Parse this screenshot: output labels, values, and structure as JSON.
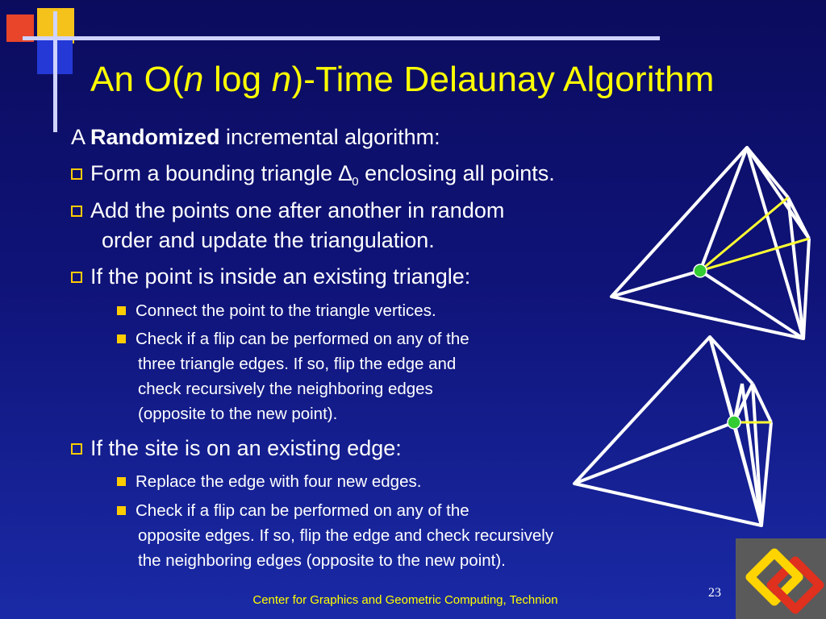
{
  "title": {
    "prefix": "An O(",
    "n1": "n",
    "mid": " log ",
    "n2": "n",
    "suffix": ")-Time Delaunay Algorithm"
  },
  "intro": {
    "a": "A ",
    "bold": "Randomized",
    "rest": " incremental algorithm:"
  },
  "items": [
    {
      "text_before": "Form a bounding triangle ",
      "delta": "∆",
      "sub": "0",
      "text_after": " enclosing all points."
    },
    {
      "line1": "Add the points one after another in random",
      "line2": "order and update the triangulation."
    },
    {
      "text": "If the point is inside an existing triangle:",
      "subitems": [
        {
          "lines": [
            "Connect the point to the triangle vertices."
          ]
        },
        {
          "lines": [
            "Check if a flip can be performed on any of the",
            "three triangle edges.  If so, flip the edge and",
            "check recursively the neighboring edges",
            "(opposite to the new point)."
          ]
        }
      ]
    },
    {
      "text": "If the site is on an existing edge:",
      "subitems": [
        {
          "lines": [
            "Replace the edge with four new edges."
          ]
        },
        {
          "lines": [
            "Check if a flip can be performed on any of the",
            "opposite edges.  If so, flip the edge and check recursively",
            "the neighboring edges (opposite to the new point)."
          ]
        }
      ]
    }
  ],
  "footer": "Center for Graphics and Geometric Computing, Technion",
  "page_number": "23",
  "colors": {
    "title": "#ffff00",
    "bullet": "#ffcc00",
    "edge": "#ffffff",
    "new_edge": "#ffff33",
    "point": "#33cc33",
    "background": "#0f1378"
  }
}
